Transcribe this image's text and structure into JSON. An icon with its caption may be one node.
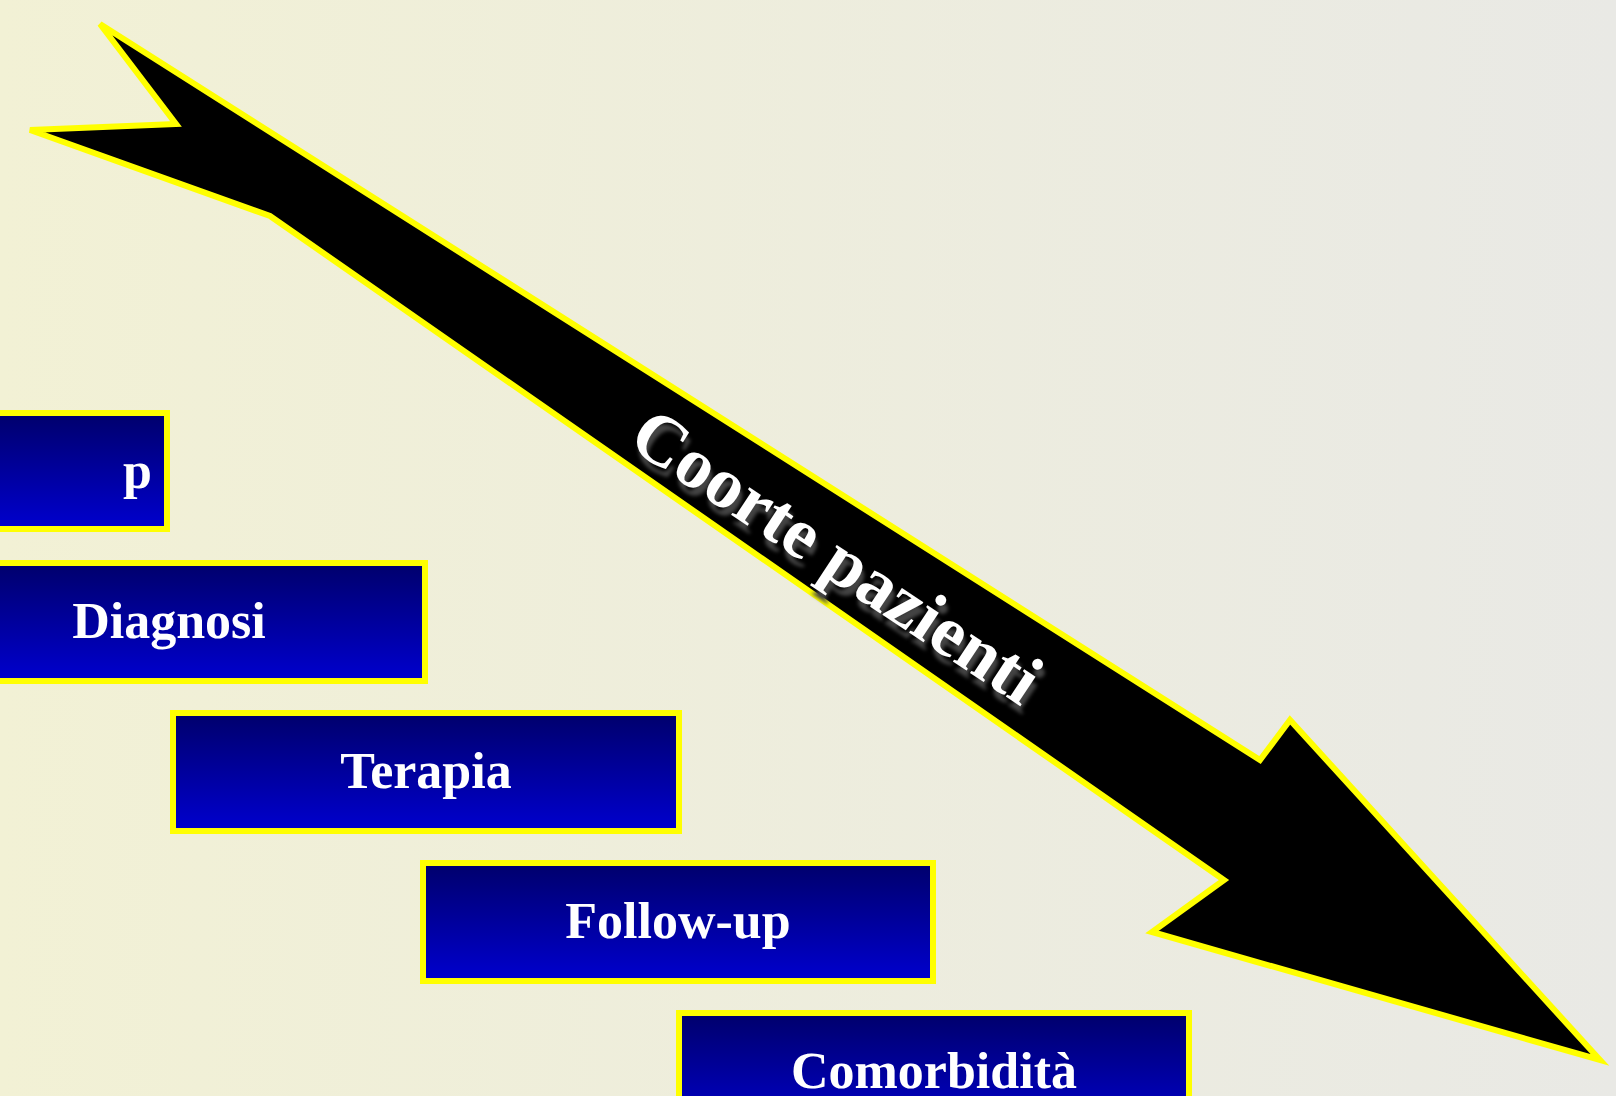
{
  "diagram": {
    "nodes": [
      {
        "text": [
          "p"
        ]
      },
      {
        "text": [
          "Diagnosi"
        ]
      },
      {
        "text": [
          "Terapia"
        ]
      },
      {
        "text": [
          "Follow-up"
        ]
      },
      {
        "text": [
          "Comorbidità"
        ]
      },
      {
        "text": [
          "Coorte pazienti"
        ]
      }
    ]
  }
}
